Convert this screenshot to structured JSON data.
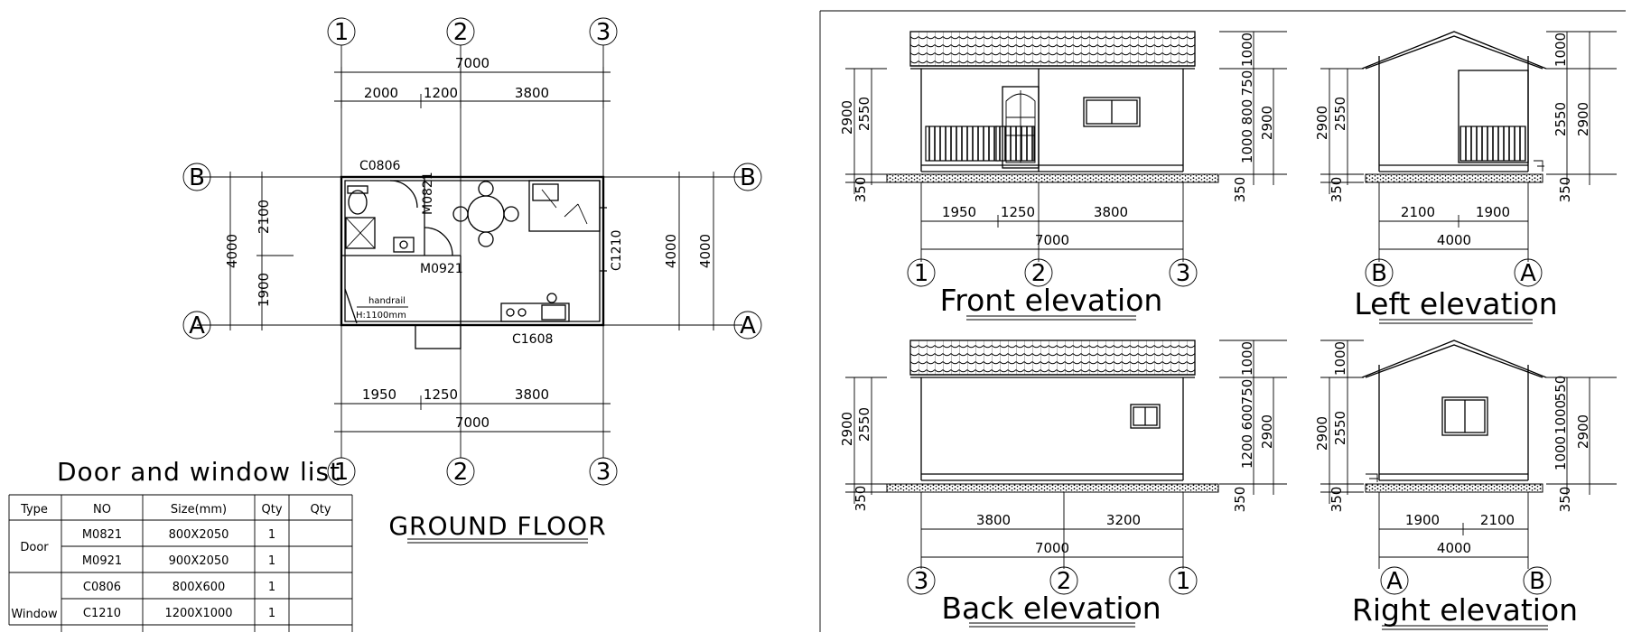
{
  "floor_plan": {
    "title": "GROUND FLOOR",
    "axes": {
      "a1": "1",
      "a2": "2",
      "a3": "3",
      "aB": "B",
      "aA": "A"
    },
    "top_dims": {
      "overall": "7000",
      "d1": "2000",
      "d2": "1200",
      "d3": "3800"
    },
    "bottom_dims": {
      "overall": "7000",
      "d1": "1950",
      "d2": "1250",
      "d3": "3800"
    },
    "left_dims": {
      "overall": "4000",
      "d1": "2100",
      "d2": "1900"
    },
    "right_dims": {
      "o1": "4000",
      "o2": "4000"
    },
    "labels": {
      "c0806": "C0806",
      "m0821": "M0821",
      "m0921": "M0921",
      "c1210": "C1210",
      "c1608": "C1608",
      "handrail": "handrail",
      "handrail_h": "H:1100mm"
    }
  },
  "door_window_list": {
    "title": "Door and window list",
    "headers": [
      "Type",
      "NO",
      "Size(mm)",
      "Qty",
      "Qty"
    ],
    "groups": {
      "door": "Door",
      "window": "Window"
    },
    "rows": [
      {
        "no": "M0821",
        "size": "800X2050",
        "qty": "1"
      },
      {
        "no": "M0921",
        "size": "900X2050",
        "qty": "1"
      },
      {
        "no": "C0806",
        "size": "800X600",
        "qty": "1"
      },
      {
        "no": "C1210",
        "size": "1200X1000",
        "qty": "1"
      }
    ]
  },
  "front_elevation": {
    "caption": "Front elevation",
    "left_dims": {
      "total": "2900",
      "eave": "2550",
      "base": "350"
    },
    "right_dims": {
      "r1": "1000",
      "r2": "750",
      "r3": "800",
      "r4": "1000",
      "r5": "2900",
      "r6": "350"
    },
    "bottom_dims": {
      "d1": "1950",
      "d2": "1250",
      "d3": "3800",
      "overall": "7000"
    },
    "axes": {
      "a": "1",
      "b": "2",
      "c": "3"
    }
  },
  "left_elevation": {
    "caption": "Left elevation",
    "left_dims": {
      "total": "2900",
      "eave": "2550",
      "base": "350"
    },
    "right_dims": {
      "r1": "1000",
      "r2": "2550",
      "r3": "2900",
      "r4": "350"
    },
    "bottom_dims": {
      "d1": "2100",
      "d2": "1900",
      "overall": "4000"
    },
    "axes": {
      "a": "B",
      "b": "A"
    }
  },
  "back_elevation": {
    "caption": "Back elevation",
    "left_dims": {
      "total": "2900",
      "eave": "2550",
      "base": "350"
    },
    "right_dims": {
      "r1": "1000",
      "r2": "750",
      "r3": "600",
      "r4": "1200",
      "r5": "2900",
      "r6": "350"
    },
    "bottom_dims": {
      "d1": "3800",
      "d2": "3200",
      "overall": "7000"
    },
    "axes": {
      "a": "3",
      "b": "2",
      "c": "1"
    }
  },
  "right_elevation": {
    "caption": "Right elevation",
    "left_dims": {
      "top": "1000",
      "total": "2900",
      "eave": "2550",
      "base": "350"
    },
    "right_dims": {
      "r1": "550",
      "r2": "1000",
      "r3": "1000",
      "r4": "2900",
      "r5": "350"
    },
    "bottom_dims": {
      "d1": "1900",
      "d2": "2100",
      "overall": "4000"
    },
    "axes": {
      "a": "A",
      "b": "B"
    }
  }
}
